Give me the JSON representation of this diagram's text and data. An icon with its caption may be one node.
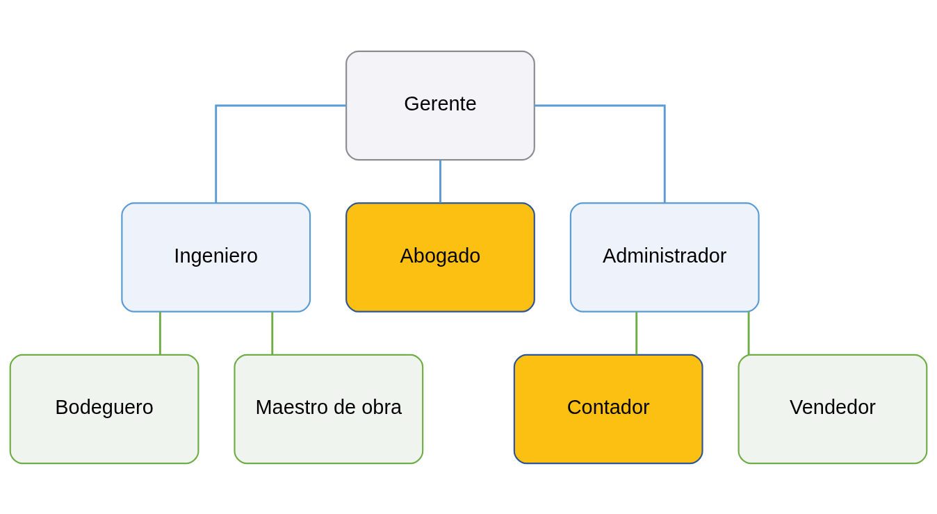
{
  "diagram": {
    "nodes": [
      {
        "text": [
          "Gerente"
        ]
      },
      {
        "text": [
          "Ingeniero"
        ]
      },
      {
        "text": [
          "Abogado"
        ]
      },
      {
        "text": [
          "Administrador"
        ]
      },
      {
        "text": [
          "Bodeguero"
        ]
      },
      {
        "text": [
          "Maestro de obra"
        ]
      },
      {
        "text": [
          "Contador"
        ]
      },
      {
        "text": [
          "Vendedor"
        ]
      }
    ],
    "edges": [
      {
        "from": 0,
        "to": 1,
        "arrow": "none",
        "color": "#5b9bd5"
      },
      {
        "from": 0,
        "to": 2,
        "arrow": "none",
        "color": "#5b9bd5"
      },
      {
        "from": 0,
        "to": 3,
        "arrow": "none",
        "color": "#5b9bd5"
      },
      {
        "from": 1,
        "to": 4,
        "arrow": "none"
      },
      {
        "from": 1,
        "to": 5,
        "arrow": "none"
      },
      {
        "from": 3,
        "to": 6,
        "arrow": "none"
      },
      {
        "from": 3,
        "to": 7,
        "arrow": "none"
      }
    ]
  }
}
